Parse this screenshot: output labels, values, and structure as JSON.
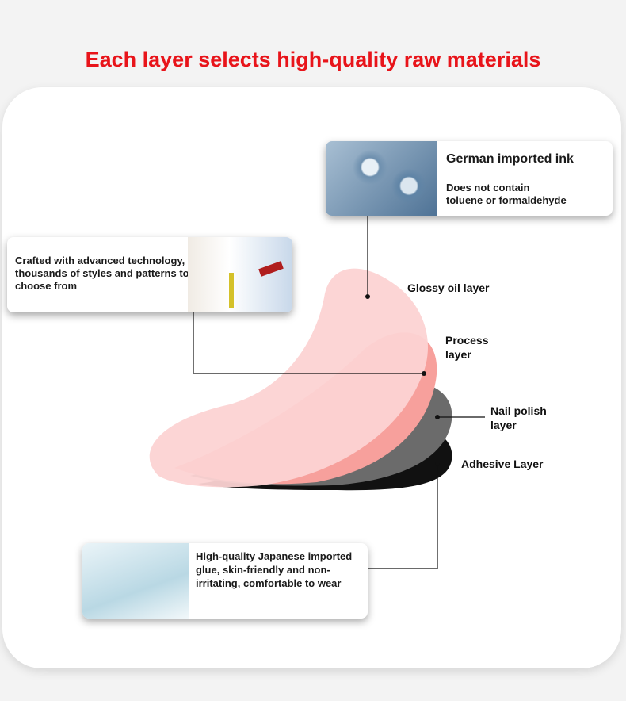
{
  "title": "Each layer selects high-quality raw materials",
  "cards": {
    "ink": {
      "heading": "German imported ink",
      "line1": "Does not contain",
      "line2": "toluene or formaldehyde"
    },
    "tech": {
      "text": "Crafted with advanced technology, thousands of styles and patterns to choose from"
    },
    "glue": {
      "text": "High-quality Japanese imported glue, skin-friendly and non-irritating, comfortable to wear"
    }
  },
  "layers": {
    "glossy": "Glossy oil layer",
    "process": "Process layer",
    "polish": "Nail polish layer",
    "adhesive": "Adhesive Layer"
  },
  "colors": {
    "title": "#e8141a",
    "glossy": "#fde0e0",
    "process": "#f7a09c",
    "polish": "#6b6b6b",
    "adhesive": "#111111"
  }
}
